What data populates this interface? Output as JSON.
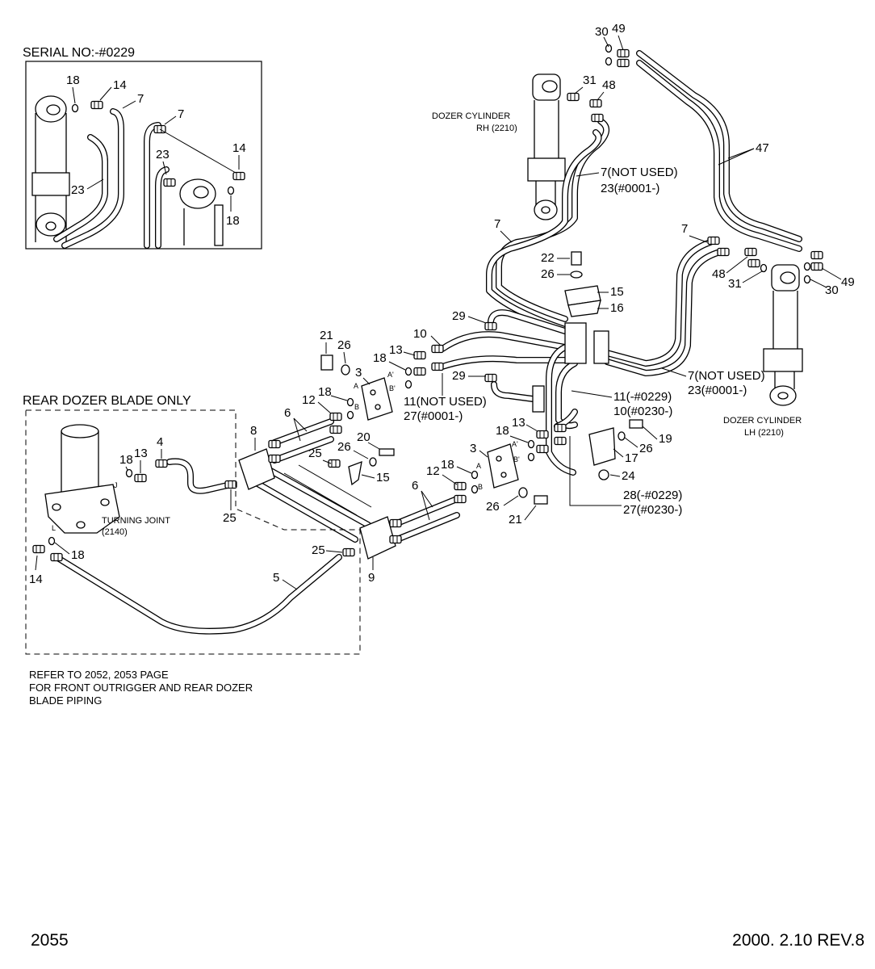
{
  "diagram": {
    "serial_box_title": "SERIAL NO:-#0229",
    "rear_box_title": "REAR DOZER BLADE ONLY",
    "components": {
      "dozer_cyl_rh": [
        "DOZER CYLINDER",
        "RH (2210)"
      ],
      "dozer_cyl_lh": [
        "DOZER CYLINDER",
        "LH (2210)"
      ],
      "turning_joint": [
        "TURNING JOINT",
        "(2140)"
      ]
    },
    "reference_note": [
      "REFER TO 2052, 2053 PAGE",
      "FOR FRONT OUTRIGGER AND REAR DOZER",
      "BLADE PIPING"
    ],
    "port_letters": {
      "a": "A",
      "a_prime": "A'",
      "b": "B",
      "b_prime": "B'",
      "j": "J",
      "l": "L"
    },
    "callouts": {
      "c18": "18",
      "c14": "14",
      "c7": "7",
      "c23": "23",
      "c30": "30",
      "c49": "49",
      "c31": "31",
      "c48": "48",
      "c47": "47",
      "c7_not_used": "7(NOT USED)",
      "c23_0001": "23(#0001-)",
      "c22": "22",
      "c26": "26",
      "c15": "15",
      "c16": "16",
      "c29": "29",
      "c21": "21",
      "c10": "10",
      "c13": "13",
      "c3": "3",
      "c11_not_used": "11(NOT USED)",
      "c27_0001": "27(#0001-)",
      "c11_0229": "11(-#0229)",
      "c10_0230": "10(#0230-)",
      "c12": "12",
      "c6": "6",
      "c8": "8",
      "c20": "20",
      "c25": "25",
      "c4": "4",
      "c17": "17",
      "c19": "19",
      "c24": "24",
      "c28_0229": "28(-#0229)",
      "c27_0230": "27(#0230-)",
      "c5": "5",
      "c9": "9"
    },
    "page_number": "2055",
    "revision": "2000. 2.10 REV.8"
  }
}
